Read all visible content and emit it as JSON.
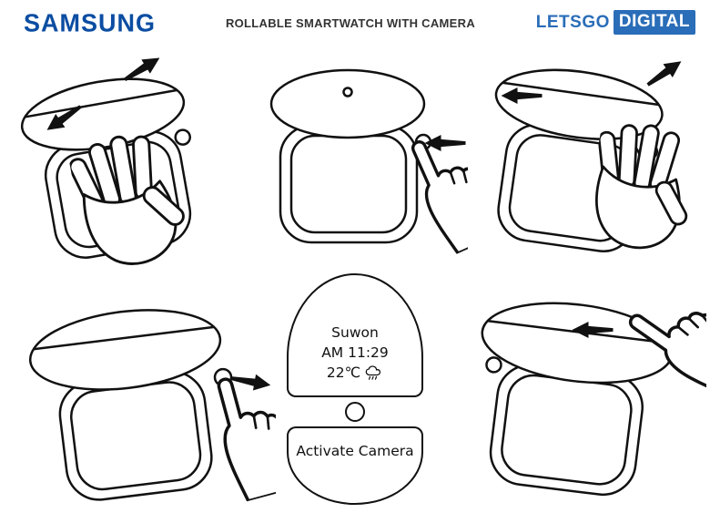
{
  "header": {
    "brand": "SAMSUNG",
    "title": "ROLLABLE SMARTWATCH WITH CAMERA",
    "publisher": {
      "part1": "LETSGO",
      "part2": "DIGITAL"
    }
  },
  "watch_face": {
    "city": "Suwon",
    "time": "AM 11:29",
    "temperature": "22℃",
    "weather_icon": "rain-cloud-icon",
    "button_label": "Activate Camera"
  },
  "figures": [
    {
      "description": "Hand holding rollable smartwatch, arrows showing display rolling open up-right and down-left"
    },
    {
      "description": "Finger pressing side crown of smartwatch with camera hole in round display, arrow pointing left"
    },
    {
      "description": "Hand pulling rollable display edge, arrows pointing up-right and left"
    },
    {
      "description": "Finger pressing crown of smartwatch with expanded oval display, arrow pointing right"
    },
    {
      "description": "Finger sliding expanded display, arrow pointing left"
    }
  ],
  "colors": {
    "samsung_blue": "#0b4da2",
    "letsgo_blue": "#2a6db8",
    "ink": "#111111"
  }
}
